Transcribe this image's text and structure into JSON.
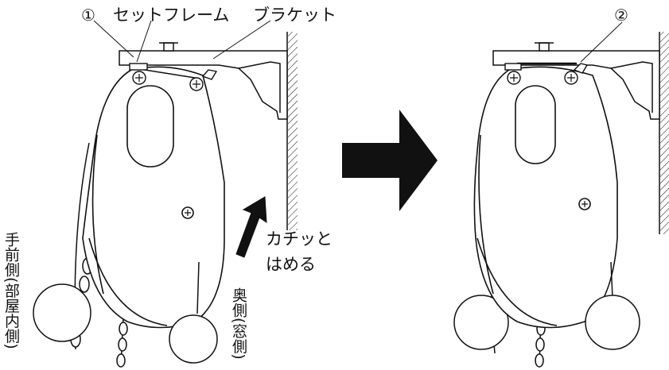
{
  "labels": {
    "marker_1": "①",
    "set_frame": "セットフレーム",
    "bracket": "ブラケット",
    "marker_2": "②",
    "click_line1": "カチッと",
    "click_line2": "はめる",
    "front_side": "手前側(部屋内側)",
    "back_side": "奥側(窓側)"
  },
  "colors": {
    "line": "#111111",
    "fill": "#ffffff",
    "arrow": "#111111"
  }
}
